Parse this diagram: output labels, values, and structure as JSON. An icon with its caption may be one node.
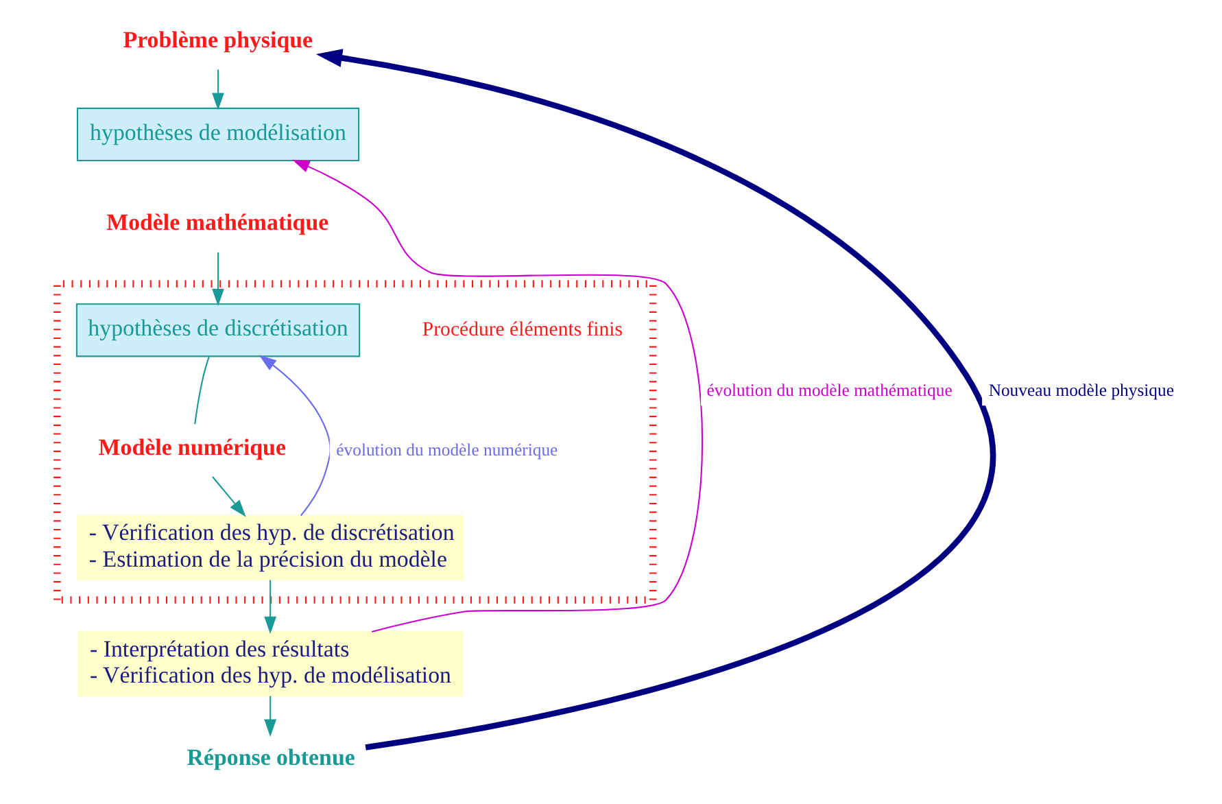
{
  "diagram": {
    "nodes": [
      {
        "text": [
          "Problème physique"
        ]
      },
      {
        "text": [
          "hypothèses de modélisation"
        ]
      },
      {
        "text": [
          "Modèle mathématique"
        ]
      },
      {
        "text": [],
        "shape": "box"
      },
      {
        "text": [
          "Procédure éléments finis"
        ],
        "in": 3
      },
      {
        "text": [
          "hypothèses de discrétisation"
        ],
        "in": 3
      },
      {
        "text": [
          "Modèle numérique"
        ],
        "in": 3
      },
      {
        "text": [
          "- Vérification des hyp. de discrétisation",
          "- Estimation de la précision du modèle"
        ],
        "in": 3
      },
      {
        "text": [
          "- Interprétation des résultats",
          "- Vérification des hyp. de modélisation"
        ]
      },
      {
        "text": [
          "Réponse obtenue"
        ]
      }
    ],
    "edges": [
      {
        "from": 0,
        "to": 1,
        "arrow": "to"
      },
      {
        "from": 2,
        "to": 5,
        "arrow": "to"
      },
      {
        "from": 5,
        "to": 6,
        "arrow": "none"
      },
      {
        "from": 6,
        "to": 7,
        "arrow": "to"
      },
      {
        "from": 7,
        "to": 8,
        "arrow": "to"
      },
      {
        "from": 8,
        "to": 9,
        "arrow": "to"
      },
      {
        "from": 7,
        "to": 5,
        "arrow": "to",
        "label": "évolution du modèle numérique",
        "color": "#6b6bf0"
      },
      {
        "from": 8,
        "to": 1,
        "arrow": "to",
        "label": "évolution du modèle mathématique",
        "color": "#cc00cc"
      },
      {
        "from": 9,
        "to": 0,
        "arrow": "to",
        "label": "Nouveau modèle physique",
        "style": "thick",
        "color": "#000080"
      }
    ]
  }
}
